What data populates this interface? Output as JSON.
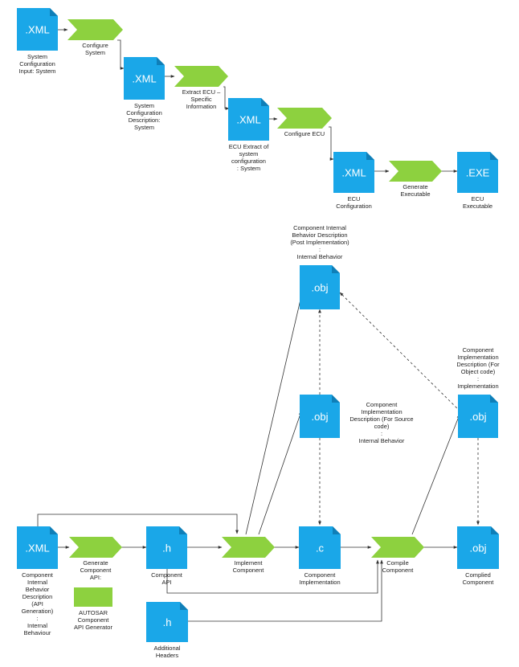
{
  "colors": {
    "document": "#1aa7e8",
    "document_fold": "#0f7fb8",
    "step": "#8dd13f",
    "line": "#333333"
  },
  "top": {
    "xml1": {
      "label": ".XML",
      "caption": [
        "System",
        "Configuration",
        "Input: System"
      ]
    },
    "configure_system": {
      "caption": [
        "Configure",
        "System"
      ]
    },
    "xml2": {
      "label": ".XML",
      "caption": [
        "System",
        "Configuration",
        "Description:",
        "System"
      ]
    },
    "extract_ecu": {
      "caption": [
        "Extract ECU –",
        "Specific",
        "Information"
      ]
    },
    "xml3": {
      "label": ".XML",
      "caption": [
        "ECU Extract of",
        "system",
        "configuration",
        ": System"
      ]
    },
    "configure_ecu": {
      "caption": [
        "Configure ECU"
      ]
    },
    "xml4": {
      "label": ".XML",
      "caption": [
        "ECU",
        "Configuration"
      ]
    },
    "generate_exe": {
      "caption": [
        "Generate",
        "Executable"
      ]
    },
    "exe": {
      "label": ".EXE",
      "caption": [
        "ECU",
        "Executable"
      ]
    }
  },
  "bottom": {
    "obj_post": {
      "label": ".obj",
      "caption": [
        "Component Internal",
        "Behavior Description",
        "(Post Implementation)",
        ":",
        "Internal Behavior"
      ]
    },
    "obj_src": {
      "label": ".obj",
      "caption": [
        "Component",
        "Implementation",
        "Description (For Source",
        "code)",
        ":",
        "Internal Behavior"
      ]
    },
    "obj_objcode": {
      "label": ".obj",
      "caption": [
        "Component",
        "Implementation",
        "Description (For",
        "Object code)",
        ":",
        "Implementation"
      ]
    },
    "xml_api": {
      "label": ".XML",
      "caption": [
        "Component",
        "Internal",
        "Behavior",
        "Description",
        "(API",
        "Generation)",
        ":",
        "Internal",
        "Behaviour"
      ]
    },
    "generate_api": {
      "caption": [
        "Generate",
        "Component",
        "API:"
      ]
    },
    "api_generator": {
      "caption": [
        "AUTOSAR",
        "Component",
        "API Generator"
      ]
    },
    "h_api": {
      "label": ".h",
      "caption": [
        "Component",
        "API"
      ]
    },
    "implement": {
      "caption": [
        "Implement",
        "Component"
      ]
    },
    "c_impl": {
      "label": ".c",
      "caption": [
        "Component",
        "Implementation"
      ]
    },
    "compile": {
      "caption": [
        "Compile",
        "Component"
      ]
    },
    "obj_compiled": {
      "label": ".obj",
      "caption": [
        "Complied",
        "Component"
      ]
    },
    "h_additional": {
      "label": ".h",
      "caption": [
        "Additional",
        "Headers"
      ]
    }
  }
}
